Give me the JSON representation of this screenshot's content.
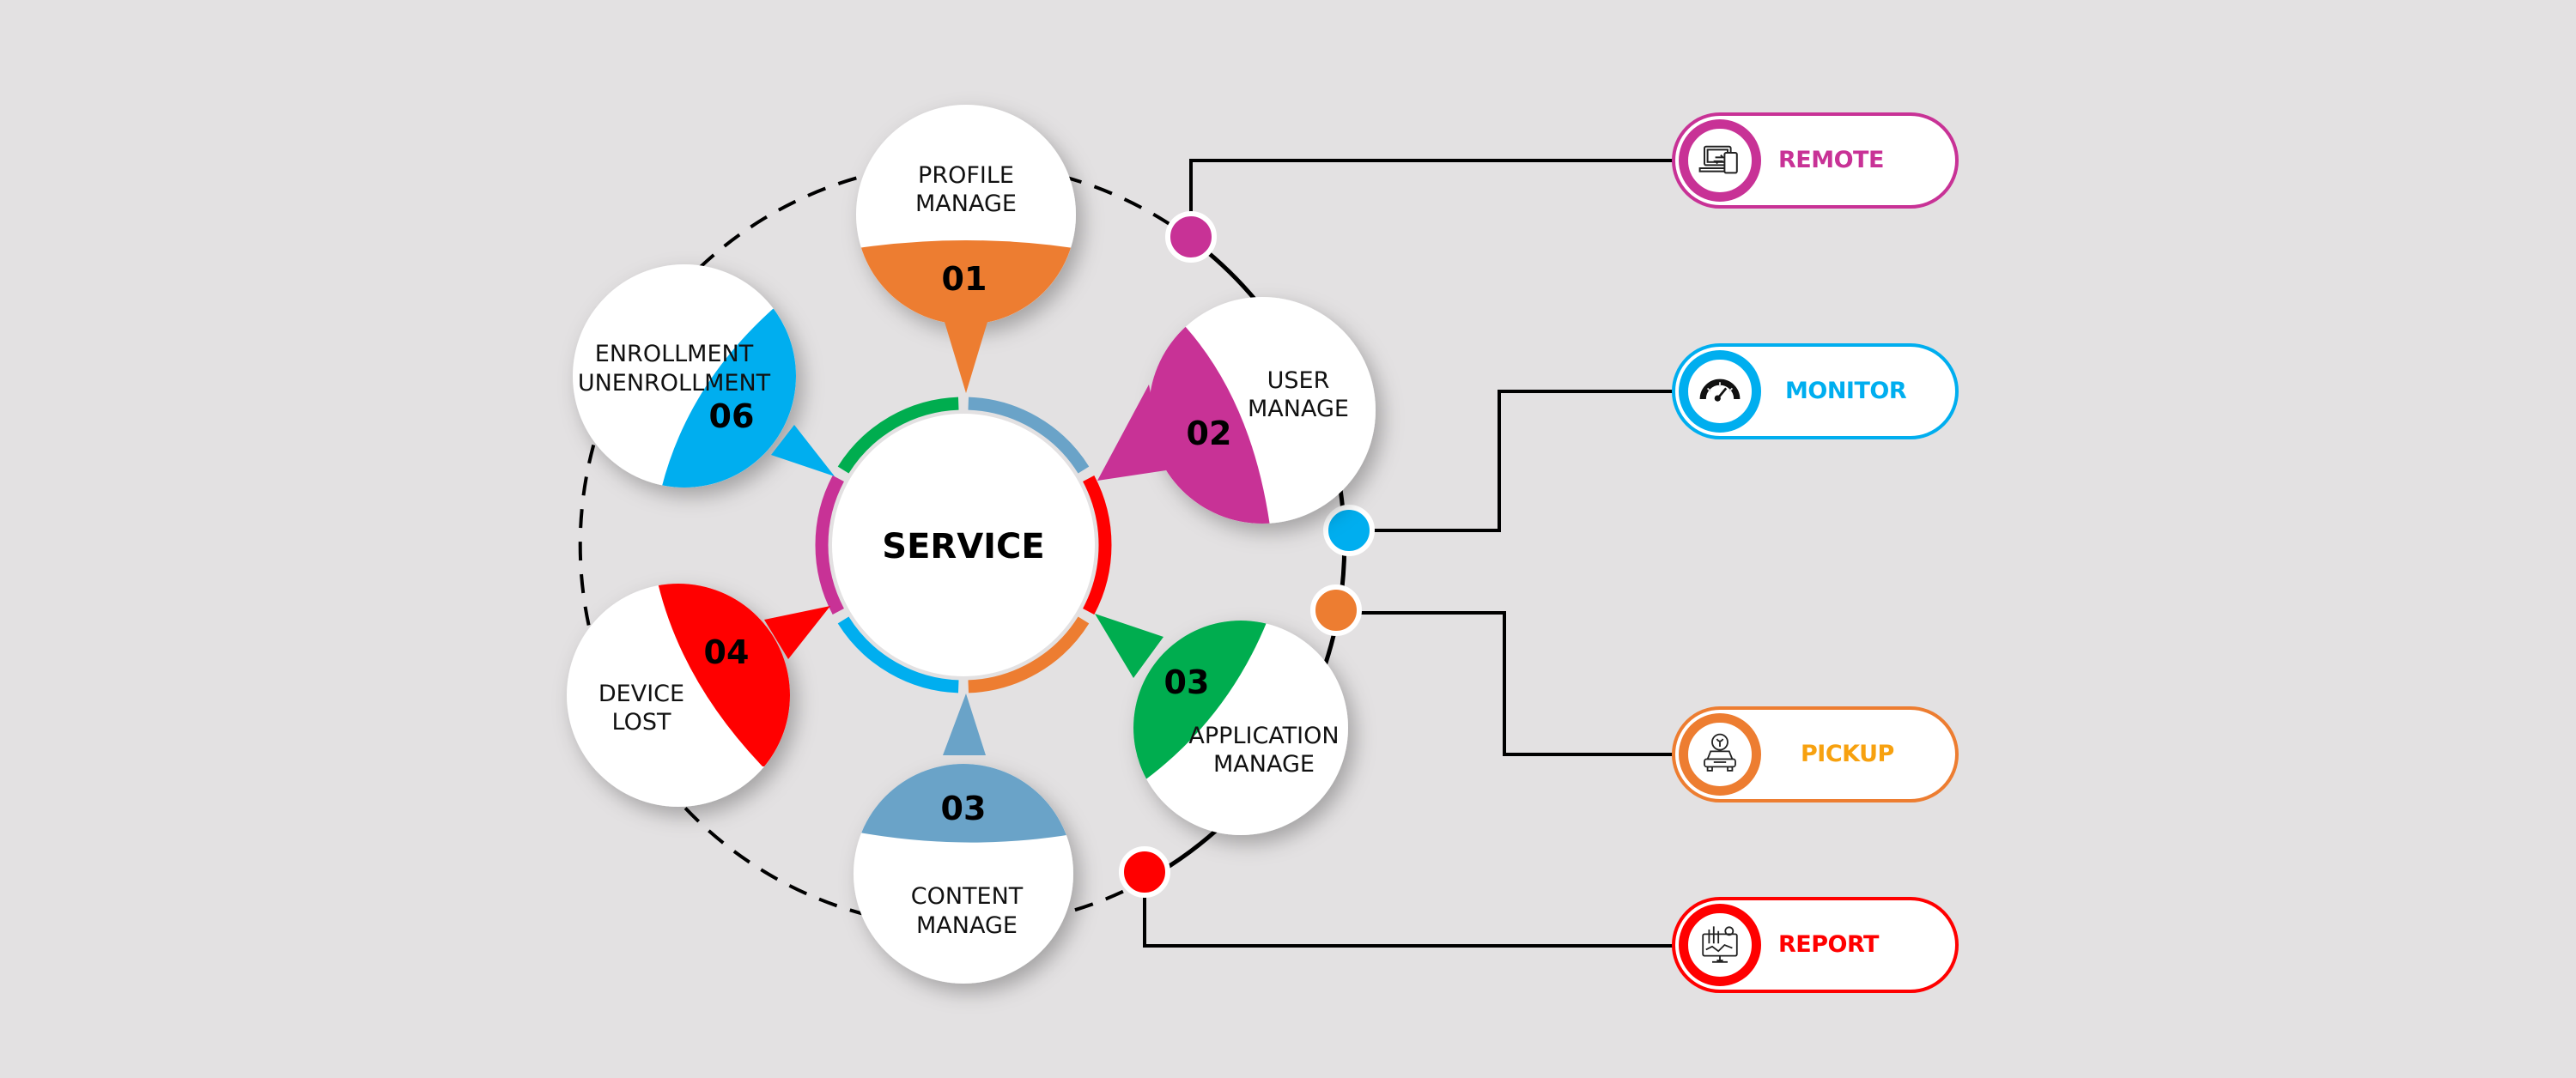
{
  "center": {
    "title": "SERVICE"
  },
  "colors": {
    "orange": "#ed7d31",
    "magenta": "#c83296",
    "green": "#00ad4f",
    "steel_blue": "#6aa3c8",
    "red": "#ff0000",
    "sky_blue": "#00aeef",
    "pickup_text": "#f7a10f",
    "background": "#e3e1e2"
  },
  "center_ring_segments": [
    "steel_blue",
    "red",
    "orange",
    "sky_blue",
    "magenta",
    "green"
  ],
  "services": [
    {
      "id": "profile",
      "number": "01",
      "line1": "PROFILE",
      "line2": "MANAGE",
      "color": "orange"
    },
    {
      "id": "user",
      "number": "02",
      "line1": "USER",
      "line2": "MANAGE",
      "color": "magenta"
    },
    {
      "id": "application",
      "number": "03",
      "line1": "APPLICATION",
      "line2": "MANAGE",
      "color": "green"
    },
    {
      "id": "content",
      "number": "03",
      "line1": "CONTENT",
      "line2": "MANAGE",
      "color": "steel_blue"
    },
    {
      "id": "device",
      "number": "04",
      "line1": "DEVICE",
      "line2": "LOST",
      "color": "red"
    },
    {
      "id": "enrollment",
      "number": "06",
      "line1": "ENROLLMENT",
      "line2": "UNENROLLMENT",
      "color": "sky_blue"
    }
  ],
  "outputs": [
    {
      "id": "remote",
      "label": "REMOTE",
      "icon": "laptop-transfer-icon",
      "color": "magenta",
      "text_color": "magenta"
    },
    {
      "id": "monitor",
      "label": "MONITOR",
      "icon": "speedometer-icon",
      "color": "sky_blue",
      "text_color": "sky_blue"
    },
    {
      "id": "pickup",
      "label": "PICKUP",
      "icon": "car-service-icon",
      "color": "orange",
      "text_color": "pickup_text"
    },
    {
      "id": "report",
      "label": "REPORT",
      "icon": "analytics-monitor-icon",
      "color": "red",
      "text_color": "red"
    }
  ]
}
